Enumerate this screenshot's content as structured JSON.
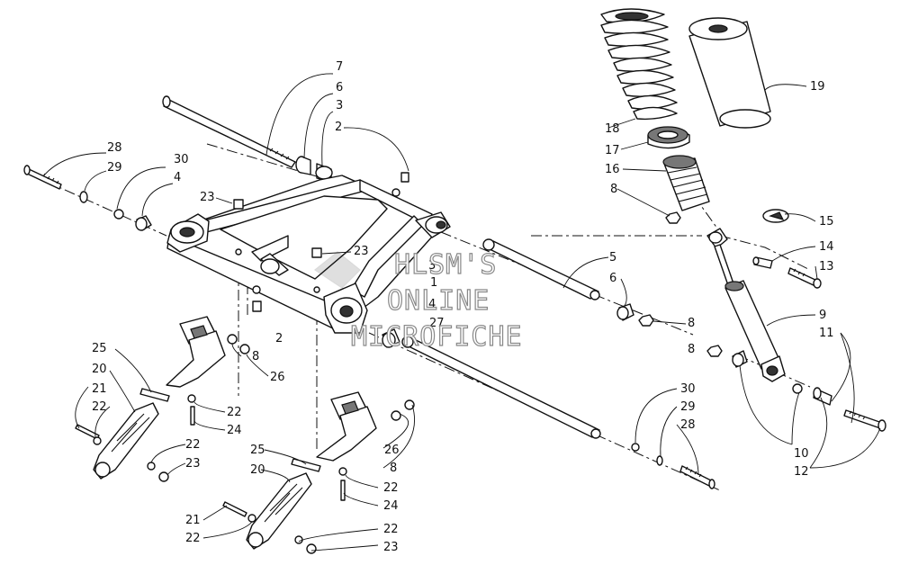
{
  "watermark": [
    "HLSM'S",
    "ONLINE",
    "MICROFICHE"
  ],
  "callouts": [
    {
      "id": "c1",
      "text": "7"
    },
    {
      "id": "c2",
      "text": "6"
    },
    {
      "id": "c3",
      "text": "3"
    },
    {
      "id": "c4",
      "text": "2"
    },
    {
      "id": "c5",
      "text": "28"
    },
    {
      "id": "c6",
      "text": "29"
    },
    {
      "id": "c7",
      "text": "30"
    },
    {
      "id": "c8",
      "text": "4"
    },
    {
      "id": "c9",
      "text": "23"
    },
    {
      "id": "c10",
      "text": "23"
    },
    {
      "id": "c11",
      "text": "3"
    },
    {
      "id": "c12",
      "text": "1"
    },
    {
      "id": "c13",
      "text": "4"
    },
    {
      "id": "c14",
      "text": "27"
    },
    {
      "id": "c15",
      "text": "5"
    },
    {
      "id": "c16",
      "text": "6"
    },
    {
      "id": "c17",
      "text": "8"
    },
    {
      "id": "c18",
      "text": "2"
    },
    {
      "id": "c19",
      "text": "8"
    },
    {
      "id": "c20",
      "text": "26"
    },
    {
      "id": "c21",
      "text": "25"
    },
    {
      "id": "c22",
      "text": "20"
    },
    {
      "id": "c23",
      "text": "21"
    },
    {
      "id": "c24",
      "text": "22"
    },
    {
      "id": "c25",
      "text": "22"
    },
    {
      "id": "c26",
      "text": "24"
    },
    {
      "id": "c27",
      "text": "22"
    },
    {
      "id": "c28",
      "text": "23"
    },
    {
      "id": "c29",
      "text": "25"
    },
    {
      "id": "c30",
      "text": "20"
    },
    {
      "id": "c31",
      "text": "26"
    },
    {
      "id": "c32",
      "text": "8"
    },
    {
      "id": "c33",
      "text": "22"
    },
    {
      "id": "c34",
      "text": "24"
    },
    {
      "id": "c35",
      "text": "21"
    },
    {
      "id": "c36",
      "text": "22"
    },
    {
      "id": "c37",
      "text": "22"
    },
    {
      "id": "c38",
      "text": "23"
    },
    {
      "id": "c39",
      "text": "30"
    },
    {
      "id": "c40",
      "text": "29"
    },
    {
      "id": "c41",
      "text": "28"
    },
    {
      "id": "c42",
      "text": "18"
    },
    {
      "id": "c43",
      "text": "17"
    },
    {
      "id": "c44",
      "text": "16"
    },
    {
      "id": "c45",
      "text": "8"
    },
    {
      "id": "c46",
      "text": "19"
    },
    {
      "id": "c47",
      "text": "15"
    },
    {
      "id": "c48",
      "text": "14"
    },
    {
      "id": "c49",
      "text": "13"
    },
    {
      "id": "c50",
      "text": "9"
    },
    {
      "id": "c51",
      "text": "11"
    },
    {
      "id": "c52",
      "text": "8"
    },
    {
      "id": "c53",
      "text": "10"
    },
    {
      "id": "c54",
      "text": "12"
    }
  ]
}
